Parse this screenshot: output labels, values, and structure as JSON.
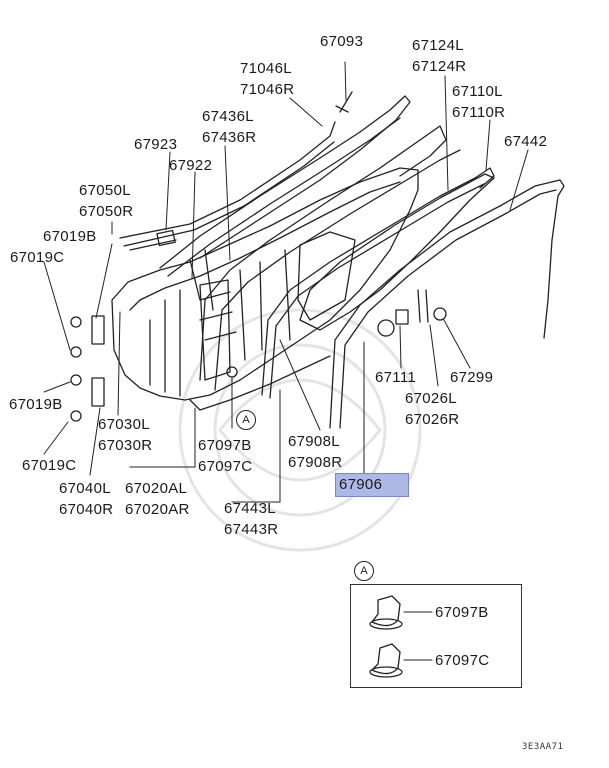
{
  "callout_a": "A",
  "diagram_code": "3E3AA71",
  "labels": {
    "p67093": "67093",
    "p67124": [
      "67124L",
      "67124R"
    ],
    "p71046": [
      "71046L",
      "71046R"
    ],
    "p67110": [
      "67110L",
      "67110R"
    ],
    "p67436": [
      "67436L",
      "67436R"
    ],
    "p67442": "67442",
    "p67923": "67923",
    "p67922": "67922",
    "p67050": [
      "67050L",
      "67050R"
    ],
    "p67019b_top": "67019B",
    "p67019c_top": "67019C",
    "p67019b_bot": "67019B",
    "p67019c_bot": "67019C",
    "p67030": [
      "67030L",
      "67030R"
    ],
    "p67097_main": [
      "67097B",
      "67097C"
    ],
    "p67908": [
      "67908L",
      "67908R"
    ],
    "p67111": "67111",
    "p67299": "67299",
    "p67026": [
      "67026L",
      "67026R"
    ],
    "p67906": "67906",
    "p67040": [
      "67040L",
      "67040R"
    ],
    "p67020": [
      "67020AL",
      "67020AR"
    ],
    "p67443": [
      "67443L",
      "67443R"
    ],
    "detail_b": "67097B",
    "detail_c": "67097C"
  }
}
